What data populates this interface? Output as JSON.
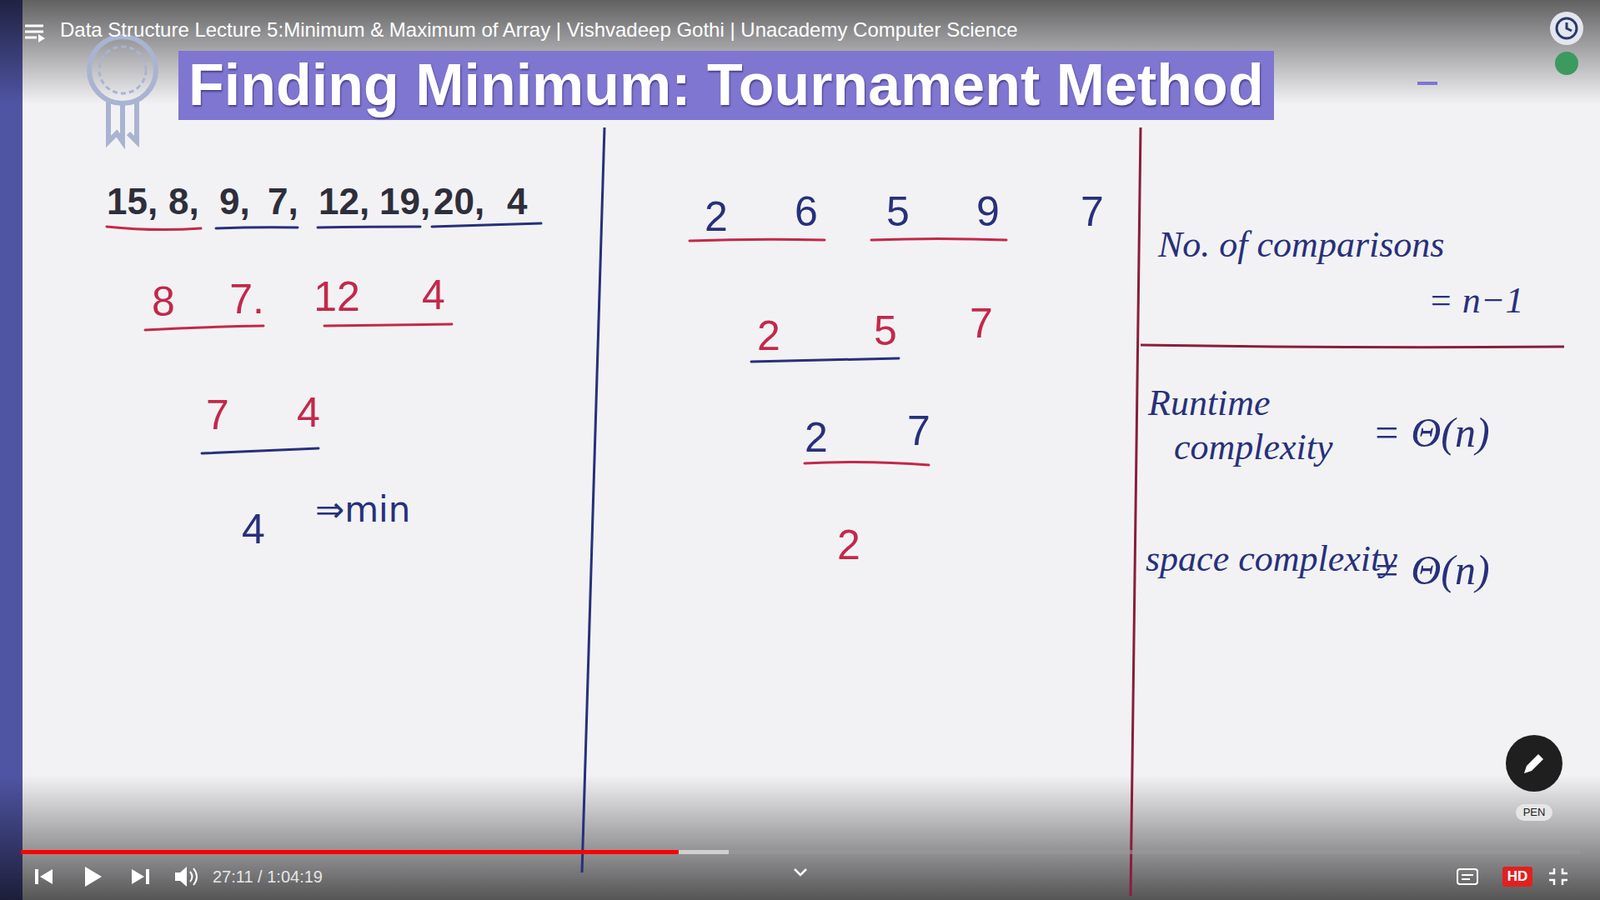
{
  "diagram": {
    "title": "Finding Minimum: Tournament Method",
    "nodes": [
      {
        "text": [
          "PEN"
        ]
      },
      {
        "text": [
          "HD"
        ]
      }
    ],
    "labels": [
      "Data Structure Lecture 5:Minimum & Maximum of Array | Vishvadeep Gothi | Unacademy Computer Science",
      "15,",
      "8,",
      "9,",
      "7,",
      "12,",
      "19,",
      "20,",
      "4",
      "8",
      "7.",
      "12",
      "4",
      "7",
      "4",
      "4",
      "⇒min",
      "2",
      "6",
      "5",
      "9",
      "7",
      "2",
      "5",
      "7",
      "2",
      "7",
      "2",
      "No. of comparisons",
      "= n−1",
      "Runtime complexity",
      "= Θ(n)",
      "space complexity",
      "= Θ(n)",
      "27:11 / 1:04:19"
    ]
  }
}
